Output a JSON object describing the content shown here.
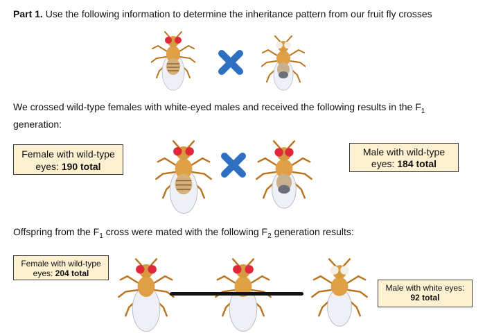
{
  "part_label": "Part 1.",
  "intro_text": "Use the following information to determine the inheritance pattern from our fruit fly crosses",
  "f1_description_line1": "We crossed wild-type females with white-eyed males and received the following results in the F",
  "f1_description_sub": "1",
  "f1_description_line2": "generation:",
  "f1_female": {
    "label": "Female with wild-type",
    "label2": "eyes: ",
    "count": "190 total"
  },
  "f1_male": {
    "label": "Male with wild-type",
    "label2": "eyes: ",
    "count": "184 total"
  },
  "f2_description_pre": "Offspring from the F",
  "f2_description_sub1": "1",
  "f2_description_mid": " cross were mated with the following F",
  "f2_description_sub2": "2",
  "f2_description_post": " generation results:",
  "f2_female": {
    "label": "Female with wild-type",
    "label2": "eyes: ",
    "count": "204 total"
  },
  "f2_male_white": {
    "label": "Male with white eyes:",
    "count": "92 total"
  },
  "colors": {
    "box_fill": "#fdf1d2",
    "cross_blue": "#2f6fc1",
    "fly_body": "#e0a045",
    "red_eye": "#e0283b"
  }
}
